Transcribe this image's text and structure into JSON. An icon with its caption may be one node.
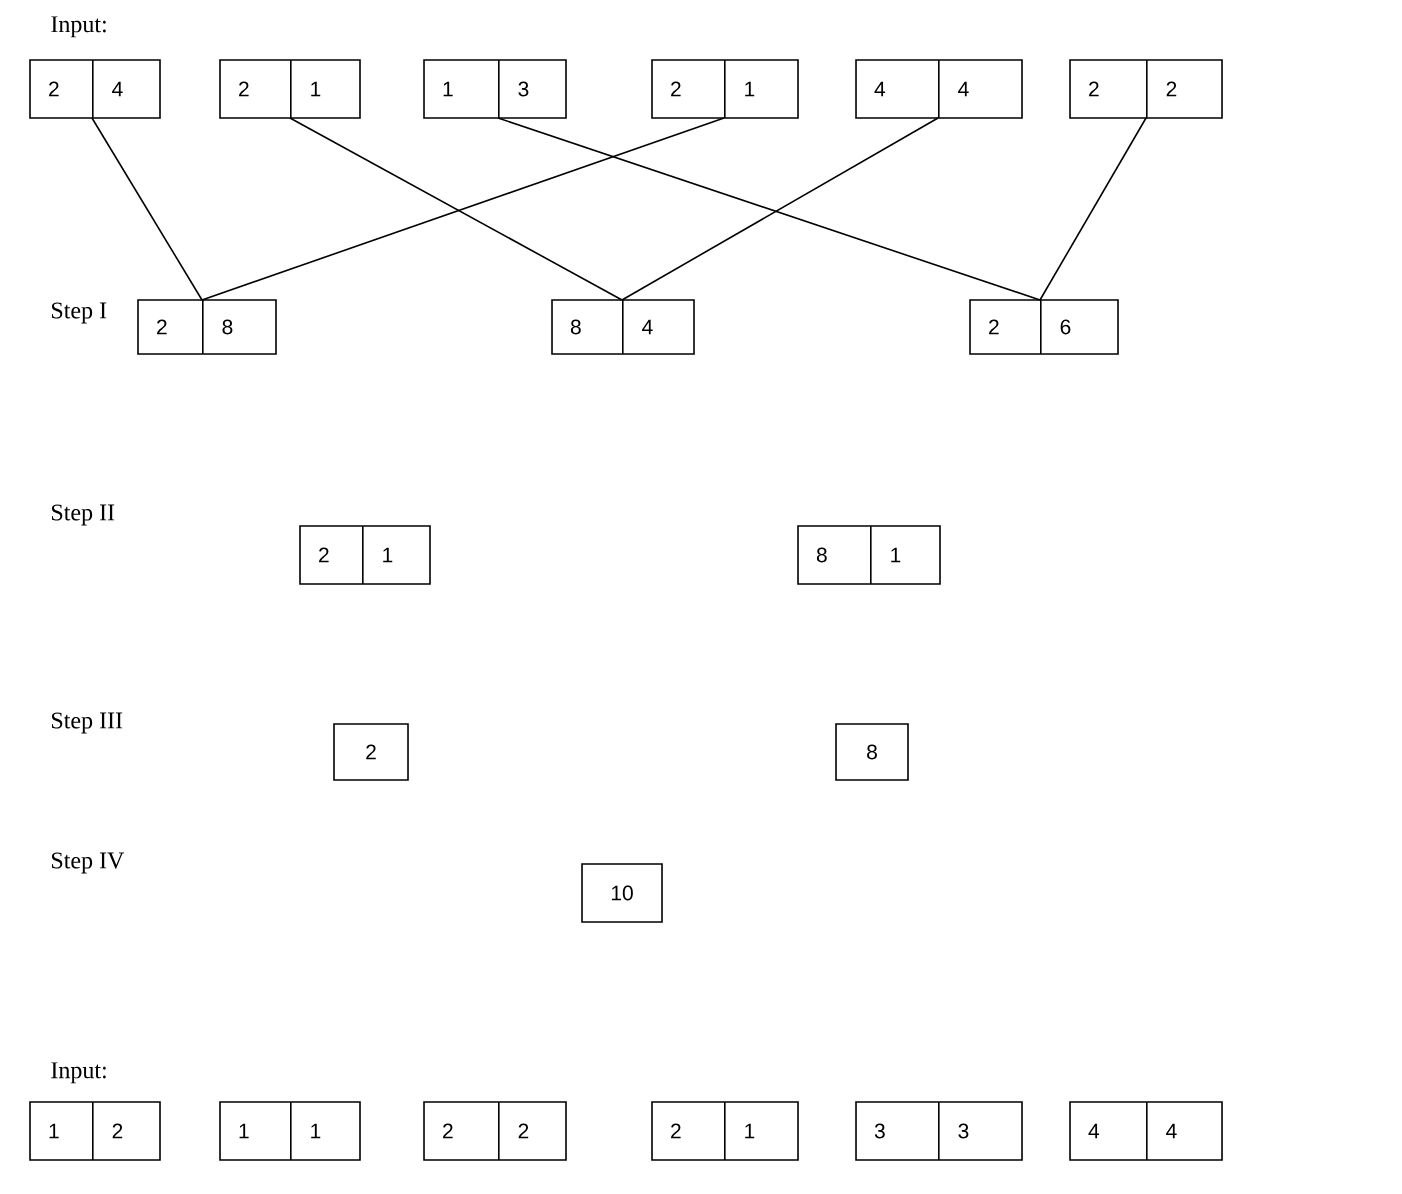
{
  "diagram": {
    "nodes": [
      {
        "text": [
          "2",
          "4"
        ]
      },
      {
        "text": [
          "2",
          "1"
        ]
      },
      {
        "text": [
          "1",
          "3"
        ]
      },
      {
        "text": [
          "2",
          "1"
        ]
      },
      {
        "text": [
          "4",
          "4"
        ]
      },
      {
        "text": [
          "2",
          "2"
        ]
      },
      {
        "text": [
          "2",
          "8"
        ]
      },
      {
        "text": [
          "8",
          "4"
        ]
      },
      {
        "text": [
          "2",
          "6"
        ]
      },
      {
        "text": [
          "2",
          "1"
        ]
      },
      {
        "text": [
          "8",
          "1"
        ]
      },
      {
        "text": [
          "2"
        ]
      },
      {
        "text": [
          "8"
        ]
      },
      {
        "text": [
          "10"
        ]
      },
      {
        "text": [
          "1",
          "2"
        ]
      },
      {
        "text": [
          "1",
          "1"
        ]
      },
      {
        "text": [
          "2",
          "2"
        ]
      },
      {
        "text": [
          "2",
          "1"
        ]
      },
      {
        "text": [
          "3",
          "3"
        ]
      },
      {
        "text": [
          "4",
          "4"
        ]
      }
    ],
    "edges": [
      {
        "from": 0,
        "to": 6,
        "arrow": "none"
      },
      {
        "from": 1,
        "to": 7,
        "arrow": "none"
      },
      {
        "from": 2,
        "to": 8,
        "arrow": "none"
      },
      {
        "from": 3,
        "to": 6,
        "arrow": "none"
      },
      {
        "from": 4,
        "to": 7,
        "arrow": "none"
      },
      {
        "from": 5,
        "to": 8,
        "arrow": "none"
      }
    ],
    "labels": [
      "Input:",
      "Step I",
      "Step II",
      "Step III",
      "Step IV",
      "Input:"
    ]
  }
}
